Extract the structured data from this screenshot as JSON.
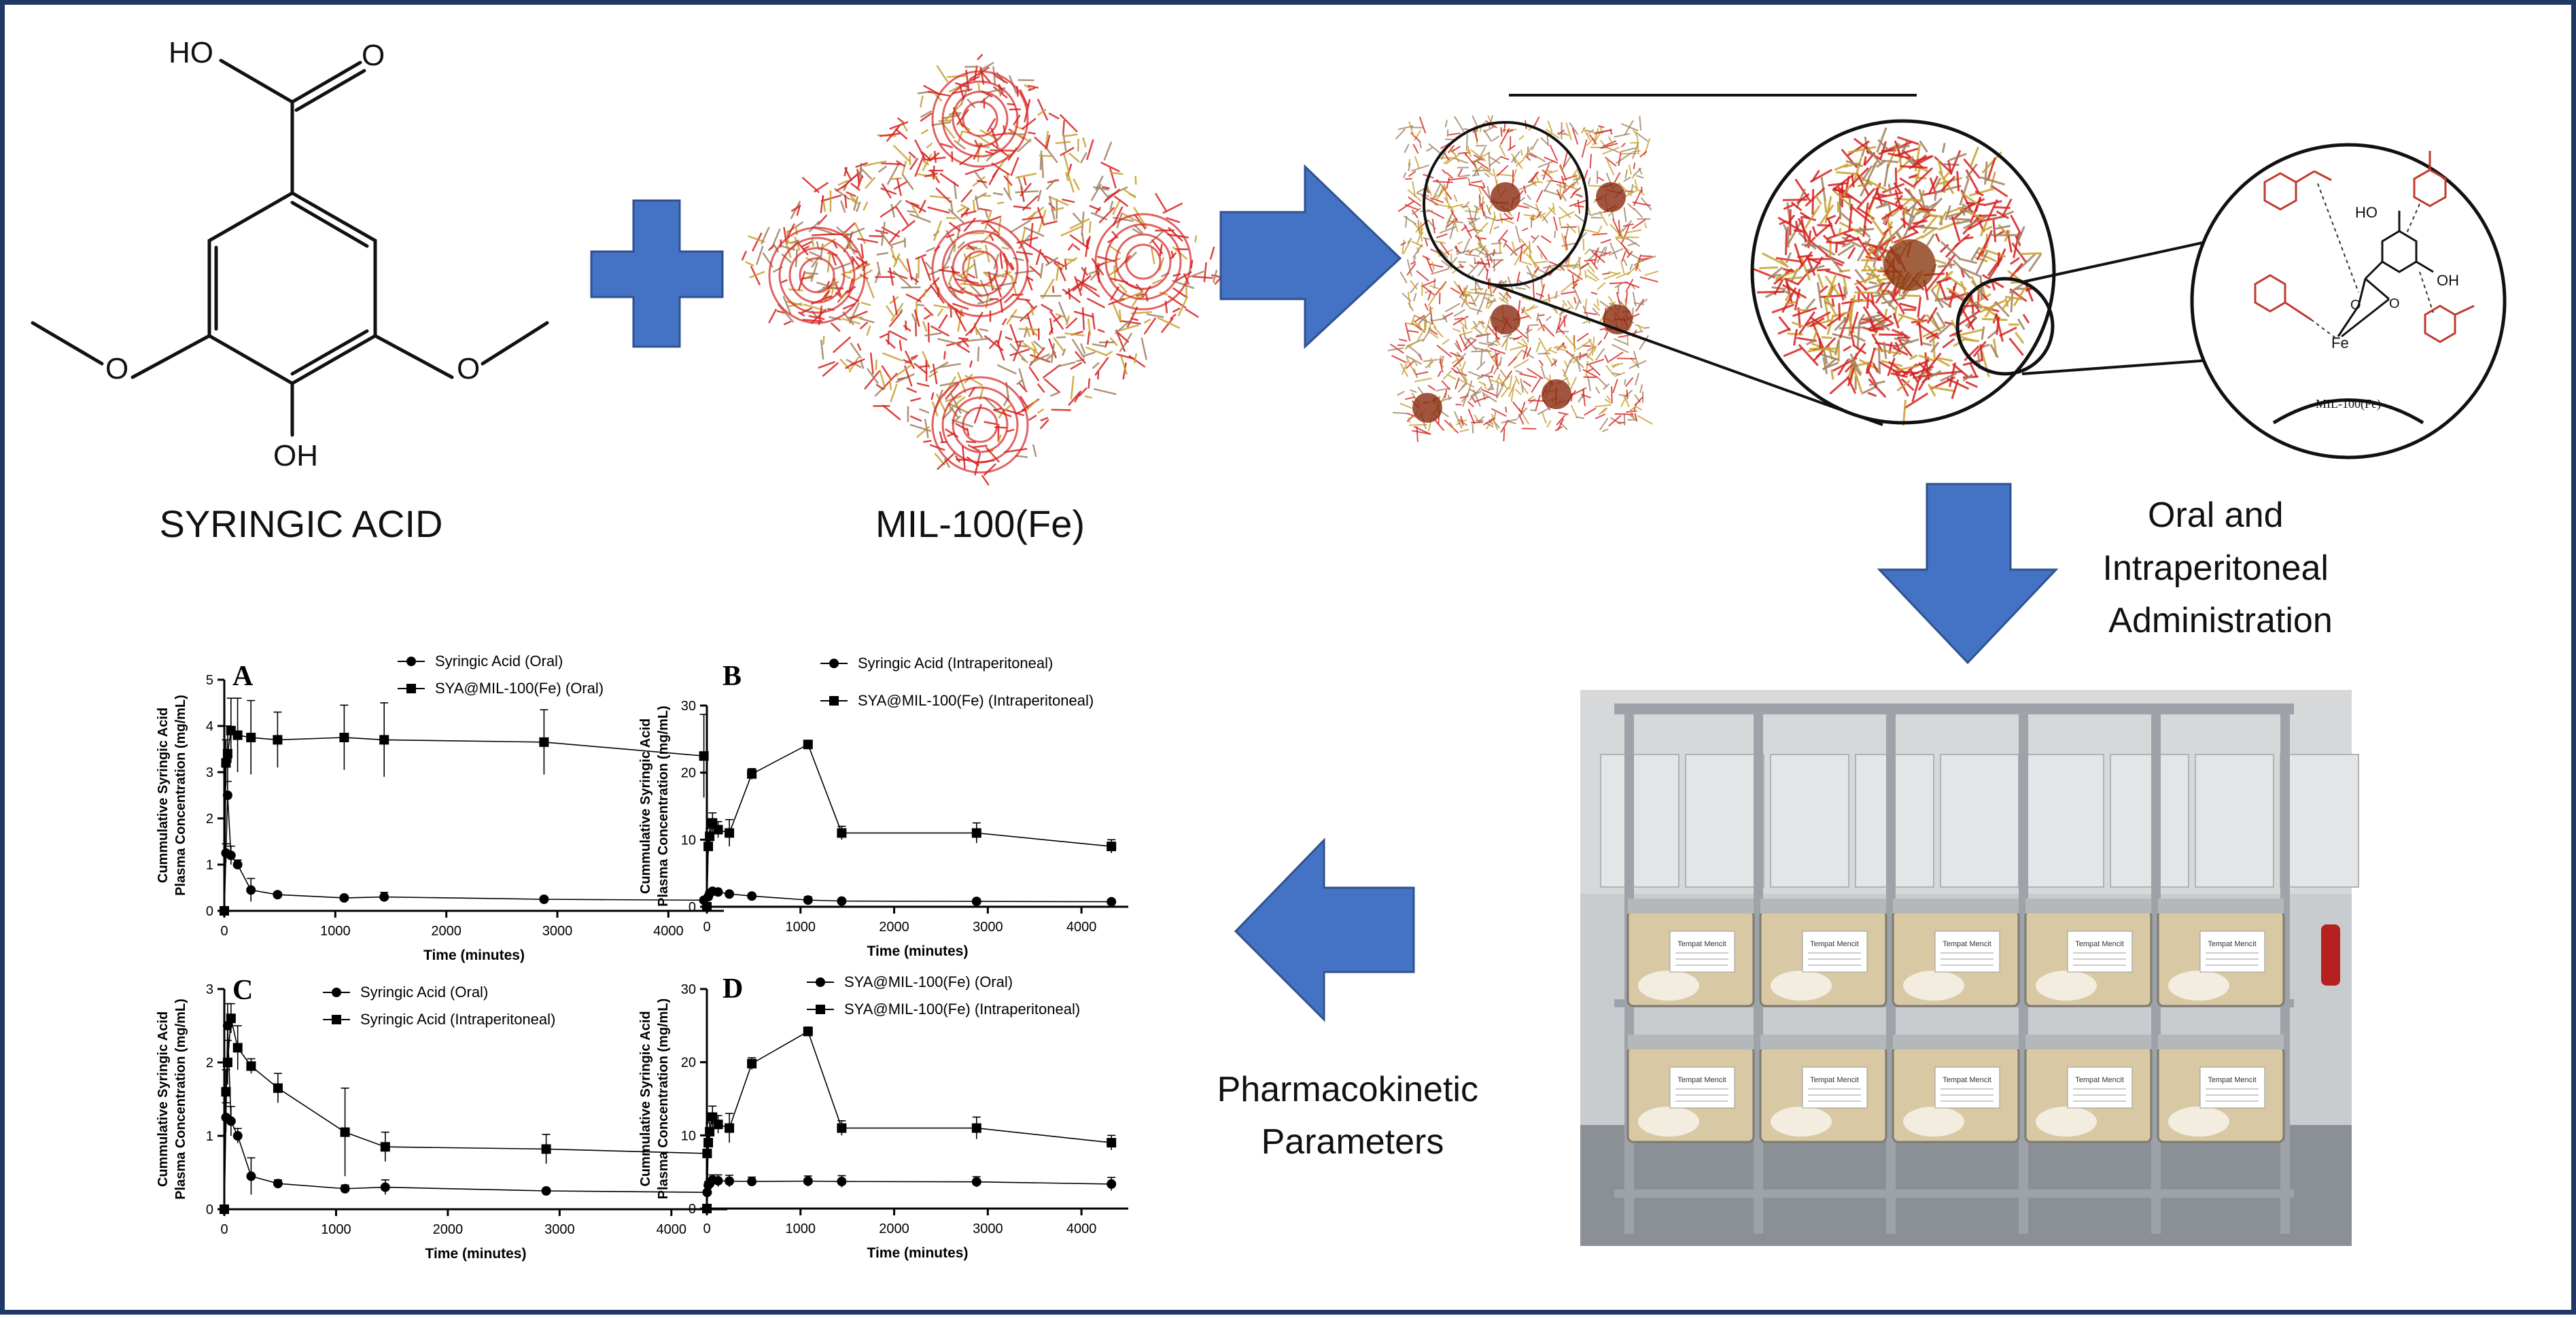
{
  "reagents": {
    "syringic_acid": {
      "label": "SYRINGIC ACID",
      "atoms": {
        "oh_top": "HO",
        "o_carbonyl": "O",
        "o_left": "O",
        "o_right": "O",
        "oh_bottom": "OH"
      }
    },
    "mof": {
      "label": "MIL-100(Fe)"
    }
  },
  "zoom_inset": {
    "labels": {
      "o1": "O",
      "o2": "O",
      "fe": "Fe",
      "oh": "OH",
      "ho": "HO",
      "mof_arc": "MIL-100(Fe)"
    }
  },
  "steps": {
    "administration": [
      "Oral and",
      "Intraperitoneal",
      "Administration"
    ],
    "pk": [
      "Pharmacokinetic",
      "Parameters"
    ]
  },
  "photo": {
    "cage_card_text": "Tempat Mencit"
  },
  "colors": {
    "arrow": "#4472c4",
    "arrow_stroke": "#2f528f",
    "frame": "#1f3864",
    "mof_red": "#d62020",
    "mof_tan": "#a08060",
    "mof_gold": "#c8a030",
    "inset_red": "#c0392b"
  },
  "chart_data": [
    {
      "panel": "A",
      "type": "line",
      "xlabel": "Time (minutes)",
      "ylabel": [
        "Cummulative Syringic Acid",
        "Plasma Concentration (mg/mL)"
      ],
      "xlim": [
        0,
        4500
      ],
      "ylim": [
        0,
        5
      ],
      "xticks": [
        0,
        1000,
        2000,
        3000,
        4000
      ],
      "yticks": [
        0,
        1,
        2,
        3,
        4,
        5
      ],
      "series": [
        {
          "name": "Syringic Acid (Oral)",
          "marker": "circle",
          "x": [
            0,
            15,
            30,
            60,
            120,
            240,
            480,
            1080,
            1440,
            2880,
            4320
          ],
          "y": [
            0,
            1.25,
            2.5,
            1.2,
            1.0,
            0.45,
            0.35,
            0.28,
            0.3,
            0.25,
            0.23
          ],
          "err": [
            0,
            0.2,
            0.3,
            0.2,
            0.1,
            0.25,
            0.05,
            0.05,
            0.1,
            0.03,
            0.03
          ]
        },
        {
          "name": "SYA@MIL-100(Fe) (Oral)",
          "marker": "square",
          "x": [
            0,
            15,
            30,
            60,
            120,
            240,
            480,
            1080,
            1440,
            2880,
            4320
          ],
          "y": [
            0,
            3.2,
            3.4,
            3.9,
            3.8,
            3.75,
            3.7,
            3.75,
            3.7,
            3.65,
            3.35
          ],
          "err": [
            0,
            0.5,
            0.6,
            0.7,
            0.8,
            0.8,
            0.6,
            0.7,
            0.8,
            0.7,
            0.9
          ]
        }
      ]
    },
    {
      "panel": "B",
      "type": "line",
      "xlabel": "Time (minutes)",
      "ylabel": [
        "Cummulative Syringic Acid",
        "Plasma Concentration (mg/mL)"
      ],
      "xlim": [
        0,
        4500
      ],
      "ylim": [
        0,
        30
      ],
      "xticks": [
        0,
        1000,
        2000,
        3000,
        4000
      ],
      "yticks": [
        0,
        10,
        20,
        30
      ],
      "series": [
        {
          "name": "Syringic Acid (Intraperitoneal)",
          "marker": "circle",
          "x": [
            0,
            15,
            30,
            60,
            120,
            240,
            480,
            1080,
            1440,
            2880,
            4320
          ],
          "y": [
            0,
            1.5,
            2.0,
            2.3,
            2.2,
            1.9,
            1.6,
            1.0,
            0.85,
            0.8,
            0.75
          ],
          "err": [
            0,
            0.3,
            0.3,
            0.3,
            0.3,
            0.3,
            0.3,
            0.5,
            0.2,
            0.2,
            0.1
          ]
        },
        {
          "name": "SYA@MIL-100(Fe) (Intraperitoneal)",
          "marker": "square",
          "x": [
            0,
            15,
            30,
            60,
            120,
            240,
            480,
            1080,
            1440,
            2880,
            4320
          ],
          "y": [
            0,
            9.0,
            10.5,
            12.5,
            11.5,
            11.0,
            19.8,
            24.2,
            11.0,
            11.0,
            9.0
          ],
          "err": [
            0,
            1.0,
            1.2,
            1.5,
            1.2,
            2.0,
            0.8,
            0.6,
            1.0,
            1.5,
            1.0
          ]
        }
      ]
    },
    {
      "panel": "C",
      "type": "line",
      "xlabel": "Time (minutes)",
      "ylabel": [
        "Cummulative Syringic Acid",
        "Plasma Concentration (mg/mL)"
      ],
      "xlim": [
        0,
        4500
      ],
      "ylim": [
        0,
        3
      ],
      "xticks": [
        0,
        1000,
        2000,
        3000,
        4000
      ],
      "yticks": [
        0,
        1,
        2,
        3
      ],
      "series": [
        {
          "name": "Syringic Acid (Oral)",
          "marker": "circle",
          "x": [
            0,
            15,
            30,
            60,
            120,
            240,
            480,
            1080,
            1440,
            2880,
            4320
          ],
          "y": [
            0,
            1.25,
            2.5,
            1.2,
            1.0,
            0.45,
            0.35,
            0.28,
            0.3,
            0.25,
            0.23
          ],
          "err": [
            0,
            0.2,
            0.3,
            0.2,
            0.1,
            0.25,
            0.05,
            0.05,
            0.1,
            0.03,
            0.03
          ]
        },
        {
          "name": "Syringic Acid (Intraperitoneal)",
          "marker": "square",
          "x": [
            0,
            15,
            30,
            60,
            120,
            240,
            480,
            1080,
            1440,
            2880,
            4320
          ],
          "y": [
            0,
            1.6,
            2.0,
            2.6,
            2.2,
            1.95,
            1.65,
            1.05,
            0.85,
            0.82,
            0.76
          ],
          "err": [
            0,
            0.3,
            0.3,
            0.2,
            0.3,
            0.1,
            0.2,
            0.6,
            0.2,
            0.2,
            0.05
          ]
        }
      ]
    },
    {
      "panel": "D",
      "type": "line",
      "xlabel": "Time (minutes)",
      "ylabel": [
        "Cummulative Syringic Acid",
        "Plasma Concentration (mg/mL)"
      ],
      "xlim": [
        0,
        4500
      ],
      "ylim": [
        0,
        30
      ],
      "xticks": [
        0,
        1000,
        2000,
        3000,
        4000
      ],
      "yticks": [
        0,
        10,
        20,
        30
      ],
      "series": [
        {
          "name": "SYA@MIL-100(Fe) (Oral)",
          "marker": "circle",
          "x": [
            0,
            15,
            30,
            60,
            120,
            240,
            480,
            1080,
            1440,
            2880,
            4320
          ],
          "y": [
            0,
            3.2,
            3.4,
            3.9,
            3.8,
            3.75,
            3.7,
            3.75,
            3.7,
            3.65,
            3.35
          ],
          "err": [
            0,
            0.5,
            0.6,
            0.7,
            0.8,
            0.8,
            0.6,
            0.7,
            0.8,
            0.7,
            0.9
          ]
        },
        {
          "name": "SYA@MIL-100(Fe) (Intraperitoneal)",
          "marker": "square",
          "x": [
            0,
            15,
            30,
            60,
            120,
            240,
            480,
            1080,
            1440,
            2880,
            4320
          ],
          "y": [
            0,
            9.0,
            10.5,
            12.5,
            11.5,
            11.0,
            19.8,
            24.2,
            11.0,
            11.0,
            9.0
          ],
          "err": [
            0,
            1.0,
            1.2,
            1.5,
            1.2,
            2.0,
            0.8,
            0.6,
            1.0,
            1.5,
            1.0
          ]
        }
      ]
    }
  ]
}
